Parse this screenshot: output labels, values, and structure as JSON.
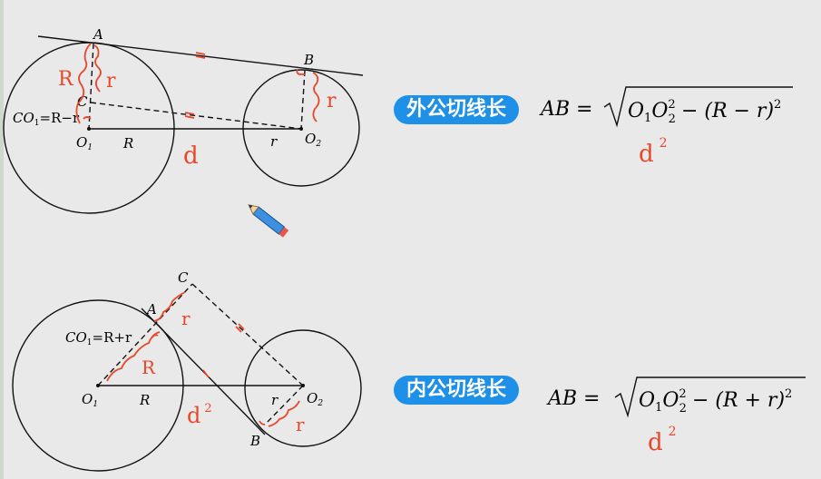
{
  "external": {
    "title": "外公切线长",
    "labels": {
      "A": "A",
      "B": "B",
      "C": "C",
      "O1": "O",
      "O1_sub": "1",
      "O2": "O",
      "O2_sub": "2",
      "R": "R",
      "r": "r",
      "co1": "CO",
      "co1_sub": "1",
      "co1_rhs": "=R−r"
    },
    "formula": {
      "lhs": "AB =",
      "o1": "O",
      "o1_sub": "1",
      "o2": "O",
      "o2_sub": "2",
      "o2_sup": "2",
      "rest": "− (R − r)",
      "rest_sup": "2"
    },
    "annotations": {
      "r_upper": "r",
      "r_right": "r",
      "R_left": "R",
      "d_below": "d",
      "d_sq": "d",
      "d_sq_exp": "2"
    }
  },
  "internal": {
    "title": "内公切线长",
    "labels": {
      "A": "A",
      "B": "B",
      "C": "C",
      "O1": "O",
      "O1_sub": "1",
      "O2": "O",
      "O2_sub": "2",
      "R": "R",
      "r": "r",
      "co1": "CO",
      "co1_sub": "1",
      "co1_rhs": "=R+r"
    },
    "formula": {
      "lhs": "AB =",
      "o1": "O",
      "o1_sub": "1",
      "o2": "O",
      "o2_sub": "2",
      "o2_sup": "2",
      "rest": "− (R + r)",
      "rest_sup": "2"
    },
    "annotations": {
      "r_upper": "r",
      "r_lower": "r",
      "R_mid": "R",
      "d_sq": "d",
      "d_sq_exp": "2",
      "d_sq2": "d",
      "d_sq2_exp": "2"
    }
  },
  "colors": {
    "ink": "#111111",
    "annotation": "#e8472a",
    "pill": "#1e90e8",
    "background": "#e9e9e9"
  },
  "cursor_icon": "pencil-icon"
}
